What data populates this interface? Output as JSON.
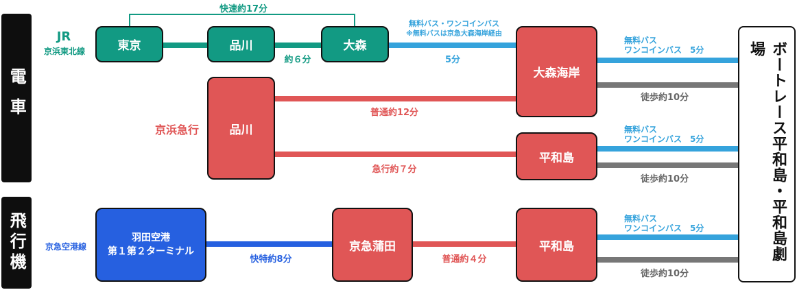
{
  "side_labels": {
    "train": "電車",
    "plane": "飛行機"
  },
  "jr": {
    "line_label_main": "JR",
    "line_label_sub": "京浜東北線",
    "rapid_label": "快速約17分",
    "stations": [
      "東京",
      "品川",
      "大森"
    ],
    "segment_label": "約６分",
    "bus_label_line1": "無料バス・ワンコインバス",
    "bus_label_line2": "※無料バスは京急大森海岸経由",
    "bus_time": "5分"
  },
  "keikyu": {
    "line_label": "京浜急行",
    "origin": "品川",
    "local_label": "普通約12分",
    "express_label": "急行約７分",
    "omori_kaigan": "大森海岸",
    "heiwajima": "平和島"
  },
  "airport": {
    "line_label": "京急空港線",
    "origin_line1": "羽田空港",
    "origin_line2": "第１第２ターミナル",
    "rapid_label": "快特約8分",
    "transfer": "京急蒲田",
    "local_label": "普通約４分",
    "heiwajima": "平和島"
  },
  "last_mile": {
    "bus_line1": "無料バス",
    "bus_line2": "ワンコインバス　5分",
    "walk": "徒歩約10分"
  },
  "destination": "ボートレース平和島・平和島劇場",
  "colors": {
    "jr_green": "#129a83",
    "keikyu_red": "#e05656",
    "airport_blue": "#2660e0",
    "bus_sky": "#35a3dc",
    "walk_gray": "#777777"
  }
}
